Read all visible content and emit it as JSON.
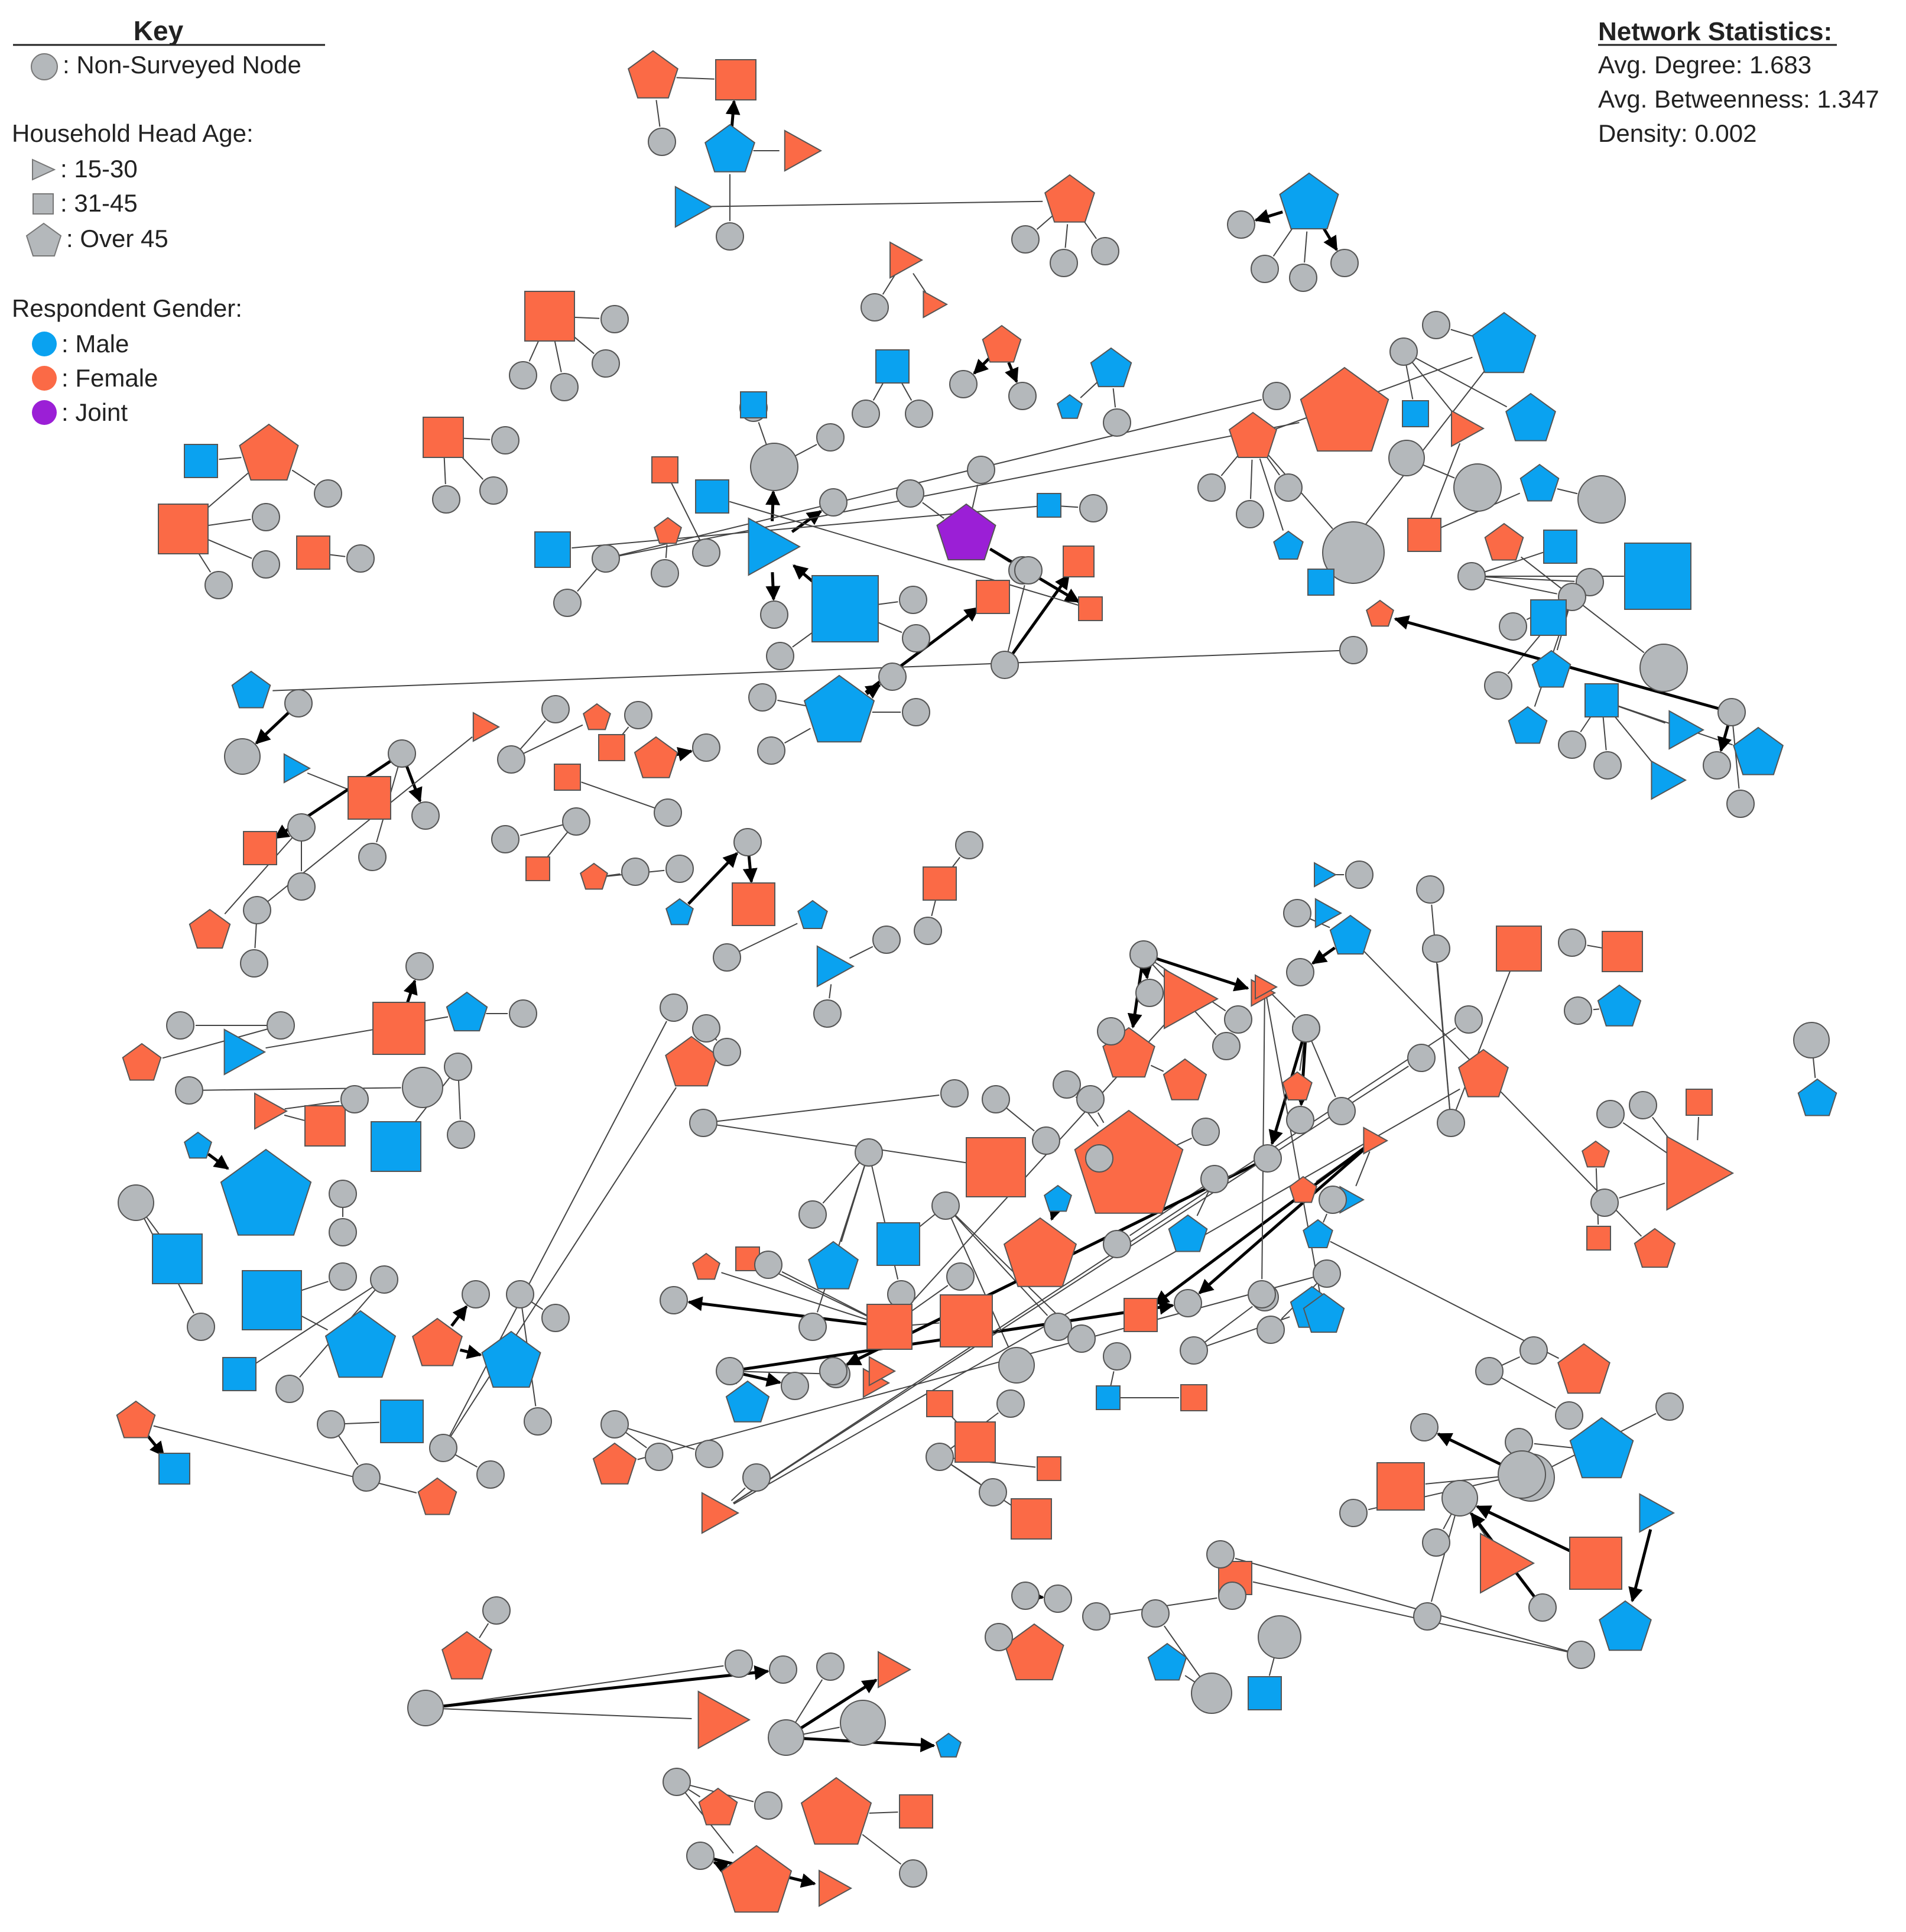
{
  "key": {
    "title": "Key",
    "non_surveyed_label": ": Non-Surveyed Node",
    "age_heading": "Household Head Age:",
    "age_items": [
      {
        "label": ": 15-30",
        "shape": "triangle"
      },
      {
        "label": ": 31-45",
        "shape": "square"
      },
      {
        "label": ": Over 45",
        "shape": "pentagon"
      }
    ],
    "gender_heading": "Respondent Gender:",
    "gender_items": [
      {
        "label": ": Male",
        "color": "#0aa2f0"
      },
      {
        "label": ": Female",
        "color": "#fb6a46"
      },
      {
        "label": ": Joint",
        "color": "#9b1fd6"
      }
    ]
  },
  "stats": {
    "title": "Network Statistics:",
    "avg_degree": "Avg. Degree: 1.683",
    "avg_betweenness": "Avg. Betweenness: 1.347",
    "density": "Density: 0.002"
  },
  "colors": {
    "male": "#0aa2f0",
    "female": "#fb6a46",
    "joint": "#9b1fd6",
    "non_surveyed": "#b4b8bb"
  }
}
